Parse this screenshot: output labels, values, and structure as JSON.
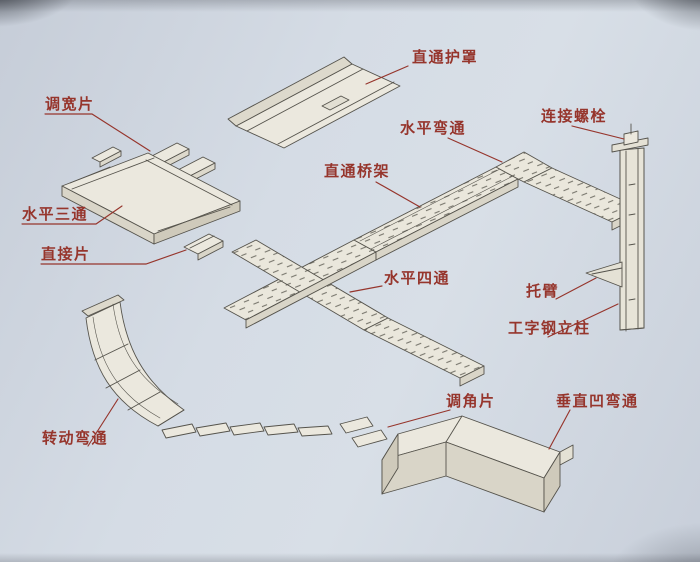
{
  "colors": {
    "background": "#d3dae3",
    "line_ink": "#55534c",
    "label_red": "#96352c",
    "metal_face": "#ebe8de"
  },
  "labels": {
    "straight_cover": "直通护罩",
    "width_adjust_piece": "调宽片",
    "horizontal_bend": "水平弯通",
    "connecting_bolt": "连接螺栓",
    "straight_tray": "直通桥架",
    "horizontal_tee": "水平三通",
    "direct_piece": "直接片",
    "horizontal_cross": "水平四通",
    "support_arm": "托臂",
    "i_beam_column": "工字钢立柱",
    "angle_adjust_piece": "调角片",
    "vertical_concave_bend": "垂直凹弯通",
    "rotating_bend": "转动弯通"
  }
}
